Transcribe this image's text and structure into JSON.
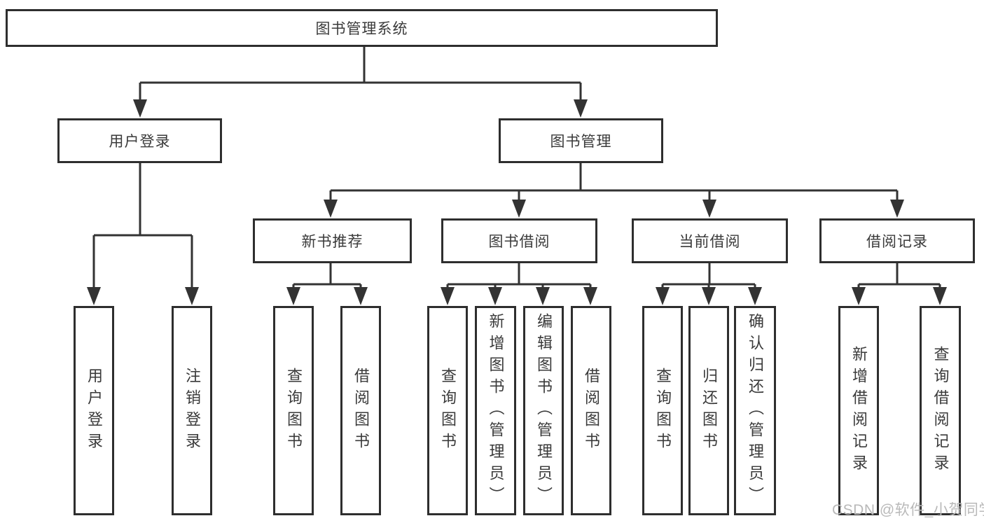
{
  "diagram_title": "图书管理系统",
  "tree": {
    "label": "图书管理系统",
    "children": [
      {
        "label": "用户登录",
        "children": [
          {
            "label": "用户登录"
          },
          {
            "label": "注销登录"
          }
        ]
      },
      {
        "label": "图书管理",
        "children": [
          {
            "label": "新书推荐",
            "children": [
              {
                "label": "查询图书"
              },
              {
                "label": "借阅图书"
              }
            ]
          },
          {
            "label": "图书借阅",
            "children": [
              {
                "label": "查询图书"
              },
              {
                "label": "新增图书（管理员）"
              },
              {
                "label": "编辑图书（管理员）"
              },
              {
                "label": "借阅图书"
              }
            ]
          },
          {
            "label": "当前借阅",
            "children": [
              {
                "label": "查询图书"
              },
              {
                "label": "归还图书"
              },
              {
                "label": "确认归还（管理员）"
              }
            ]
          },
          {
            "label": "借阅记录",
            "children": [
              {
                "label": "新增借阅记录"
              },
              {
                "label": "查询借阅记录"
              }
            ]
          }
        ]
      }
    ]
  },
  "watermark": {
    "text": "CSDN @软件_小贺同学"
  },
  "colors": {
    "line": "#333333",
    "box_border": "#2e2e2e",
    "text": "#3a3a3a",
    "watermark": "#b9b9b9",
    "background": "#ffffff"
  }
}
